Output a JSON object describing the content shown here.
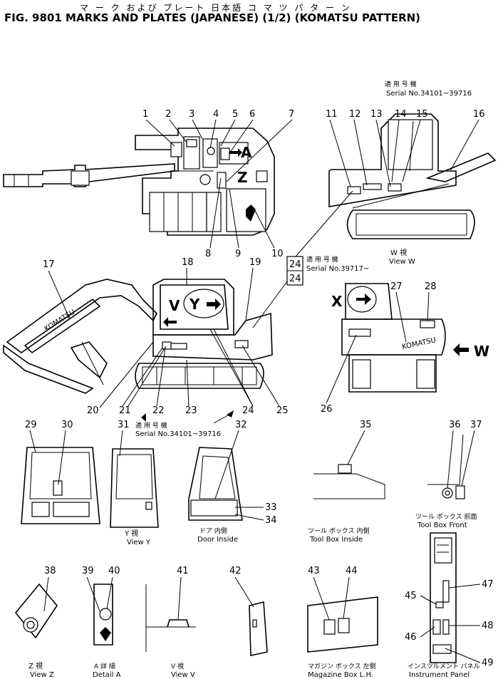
{
  "title_jp": "マ ー ク および プレート 日本語 コ マ ツ パ タ ー ン",
  "title": "FIG. 9801  MARKS AND PLATES (JAPANESE) (1/2) (KOMATSU PATTERN)",
  "serial_notes": {
    "top_jp": "適 用 号 機",
    "top": "Serial No.34101~39716",
    "mid_jp": "適 用 号 機",
    "mid": "Serial No.39717~",
    "bot_jp": "適 用 号 機",
    "bot": "Serial No.34101~39716"
  },
  "boxed": [
    "24",
    "24"
  ],
  "view_letters": {
    "A": "A",
    "Z": "Z",
    "V": "V",
    "Y": "Y",
    "X": "X",
    "W": "W"
  },
  "brand": "KOMATSU",
  "parts": [
    "1",
    "2",
    "3",
    "4",
    "5",
    "6",
    "7",
    "8",
    "9",
    "10",
    "11",
    "12",
    "13",
    "14",
    "15",
    "16",
    "17",
    "18",
    "19",
    "20",
    "21",
    "22",
    "23",
    "24",
    "25",
    "26",
    "27",
    "28",
    "29",
    "30",
    "31",
    "32",
    "33",
    "34",
    "35",
    "36",
    "37",
    "38",
    "39",
    "40",
    "41",
    "42",
    "43",
    "44",
    "45",
    "46",
    "47",
    "48",
    "49"
  ],
  "views": {
    "w_jp": "W 視",
    "w": "View W",
    "y_jp": "Y 視",
    "y": "View Y",
    "door_jp": "ドア 内側",
    "door": "Door Inside",
    "tbi_jp": "ツール ボックス 内側",
    "tbi": "Tool Box Inside",
    "tbf_jp": "ツール ボックス 前面",
    "tbf": "Tool Box Front",
    "z_jp": "Z 視",
    "z": "View Z",
    "a_jp": "A 詳 細",
    "a": "Detail A",
    "v_jp": "V 視",
    "v": "View V",
    "mag_jp": "マガジン ボックス 左側",
    "mag": "Magazine Box L.H.",
    "ip_jp": "インスツルメント パネル",
    "ip": "Instrument Panel"
  }
}
